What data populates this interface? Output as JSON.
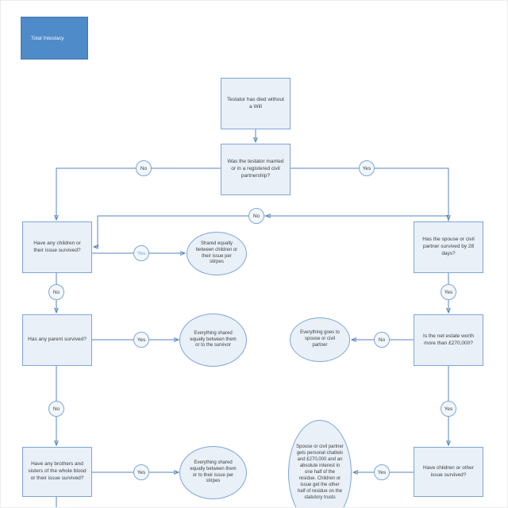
{
  "page": {
    "title": "Total Intestacy"
  },
  "labels": {
    "yes": "Yes",
    "no": "No"
  },
  "nodes": {
    "start": "Testator has died without a Will",
    "married": "Was the testator married or in a registered civil partnership?",
    "children_survived": "Have any children or their issue survived?",
    "spouse_survived_28": "Has the spouse or civil partner survived by 28 days?",
    "parent_survived": "Has any parent survived?",
    "net_estate": "Is the net estate worth more than £270,000?",
    "siblings_survived": "Have any brothers and sisters of the whole blood or their issue survived?",
    "children_other_issue": "Have children or other issue survived?",
    "shared_children": "Shared equally between children or their issue per stirpes",
    "shared_survivor": "Everything shared equally between them or to the survivor",
    "everything_spouse": "Everything goes to spouse or civil partner",
    "shared_issue": "Everything shared equally between them or to their issue per stirpes",
    "spouse_chattels": "Spouse or civil partner gets personal chattels and £270,000 and an absolute interest in one half of the residue. Children or issue get the other half of residue on the statutory trusts"
  },
  "colors": {
    "accent": "#4f8bc9",
    "shape_fill": "#e9f0f8",
    "shape_border": "#7ea6d8",
    "connector": "#5585c0"
  }
}
